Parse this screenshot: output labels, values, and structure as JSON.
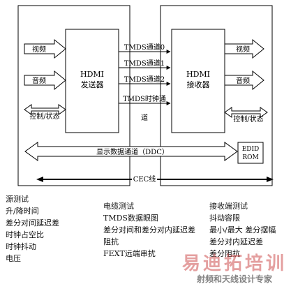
{
  "diagram": {
    "transmitter": {
      "title": "HDMI",
      "subtitle": "发送器"
    },
    "receiver": {
      "title": "HDMI",
      "subtitle": "接收器"
    },
    "tx_inputs": [
      "视频",
      "音频",
      "控制/状态"
    ],
    "rx_outputs": [
      "视频",
      "音频",
      "控制/状态"
    ],
    "tmds_channels": [
      "TMDS通道0",
      "TMDS通道1",
      "TMDS通道2"
    ],
    "tmds_clock": [
      "TMDS时钟通",
      "道"
    ],
    "ddc_label": "显示数据通道（DDC）",
    "edid": [
      "EDID",
      "ROM"
    ],
    "cec_label": "CEC线"
  },
  "tests": {
    "source": [
      "源测试",
      "升/降时间",
      "差分对间延迟差",
      "时钟占空比",
      "时钟抖动",
      "电压"
    ],
    "cable": [
      "电缆测试",
      "TMDS数据眼图",
      "差分对间和差分对内延迟差",
      "阻抗",
      "FEXT远端串扰"
    ],
    "sink": [
      "接收端测试",
      "抖动容限",
      "最小/最大 差分摆幅",
      "差分对内延迟差",
      "差分阻抗"
    ]
  },
  "watermark": {
    "main": "易迪拓培训",
    "sub": "射频和天线设计专家"
  },
  "colors": {
    "line": "#000000",
    "arrow_fill": "#ffffff",
    "background": "#ffffff"
  }
}
